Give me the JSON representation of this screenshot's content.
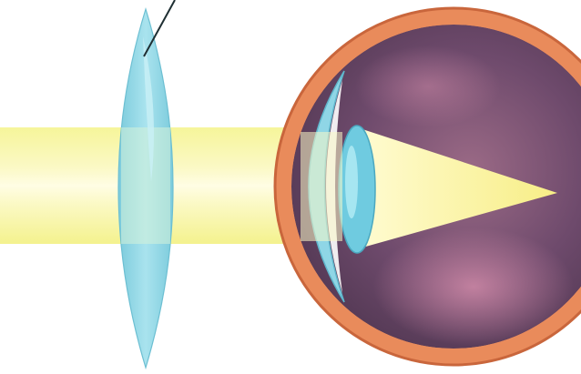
{
  "diagram": {
    "type": "illustration",
    "colors": {
      "background": "#ffffff",
      "light_beam": "#f6f59a",
      "light_beam_core": "#fffde4",
      "converging_lens": "#8fd5e3",
      "lens_highlight": "#c9f0f6",
      "cornea": "#8fd6e6",
      "eye_lens": "#6fcbe0",
      "eyeball_outer": "#e98b5b",
      "eyeball_rim": "#c9663c",
      "eyeball_interior": "#6b4a6d",
      "eyeball_interior_accent": "#b86f8f",
      "light_cone_in_eye": "#fbf6a0",
      "pointer_line": "#1f2f33"
    },
    "elements": [
      "converging-lens",
      "light-beam",
      "cornea",
      "eye-lens",
      "eyeball",
      "light-cone",
      "pointer-line"
    ]
  }
}
